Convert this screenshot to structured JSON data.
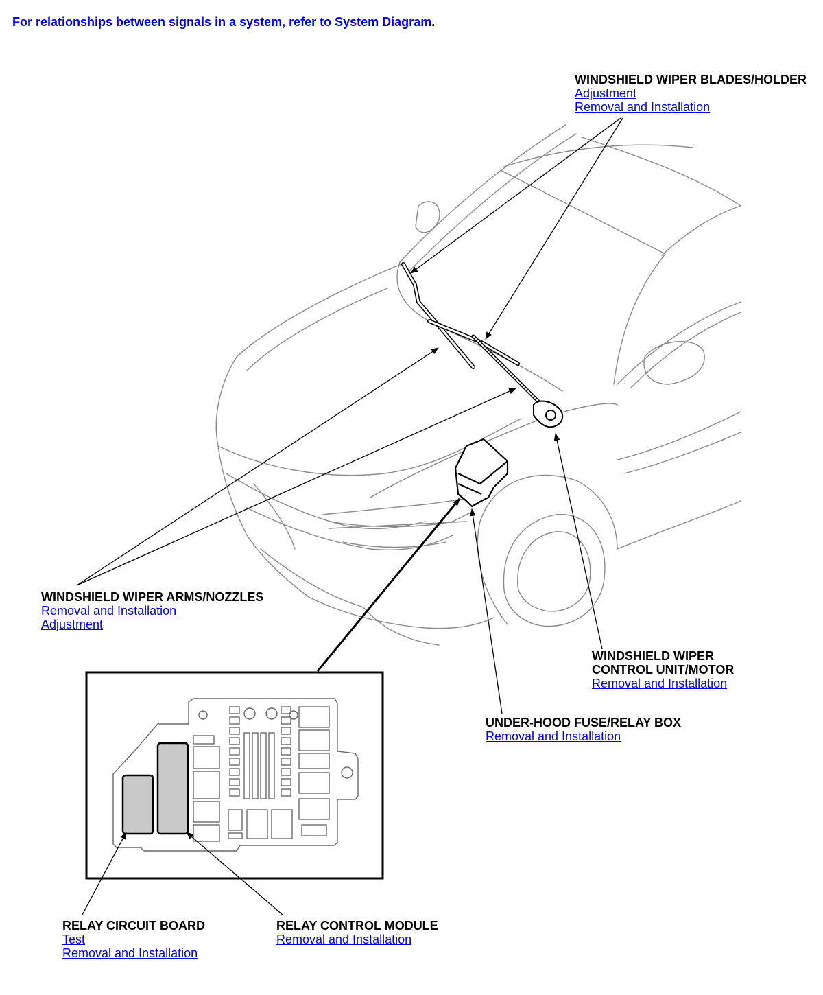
{
  "header": {
    "link_text": "For relationships between signals in a system, refer to System Diagram",
    "period": "."
  },
  "callouts": {
    "wiper_blades": {
      "title": "WINDSHIELD WIPER BLADES/HOLDER",
      "links": [
        "Adjustment",
        "Removal and Installation"
      ]
    },
    "wiper_arms": {
      "title": "WINDSHIELD WIPER ARMS/NOZZLES",
      "links": [
        "Removal and Installation",
        "Adjustment"
      ]
    },
    "wiper_motor": {
      "title_line1": "WINDSHIELD WIPER",
      "title_line2": "CONTROL UNIT/MOTOR",
      "links": [
        "Removal and Installation"
      ]
    },
    "fuse_box": {
      "title": "UNDER-HOOD FUSE/RELAY BOX",
      "links": [
        "Removal and Installation"
      ]
    },
    "relay_board": {
      "title": "RELAY CIRCUIT BOARD",
      "links": [
        "Test",
        "Removal and Installation"
      ]
    },
    "relay_module": {
      "title": "RELAY CONTROL MODULE",
      "links": [
        "Removal and Installation"
      ]
    }
  },
  "colors": {
    "link": "#0000ee",
    "line_art": "#8a8a8a",
    "relay_fill": "#c8c8c8"
  }
}
